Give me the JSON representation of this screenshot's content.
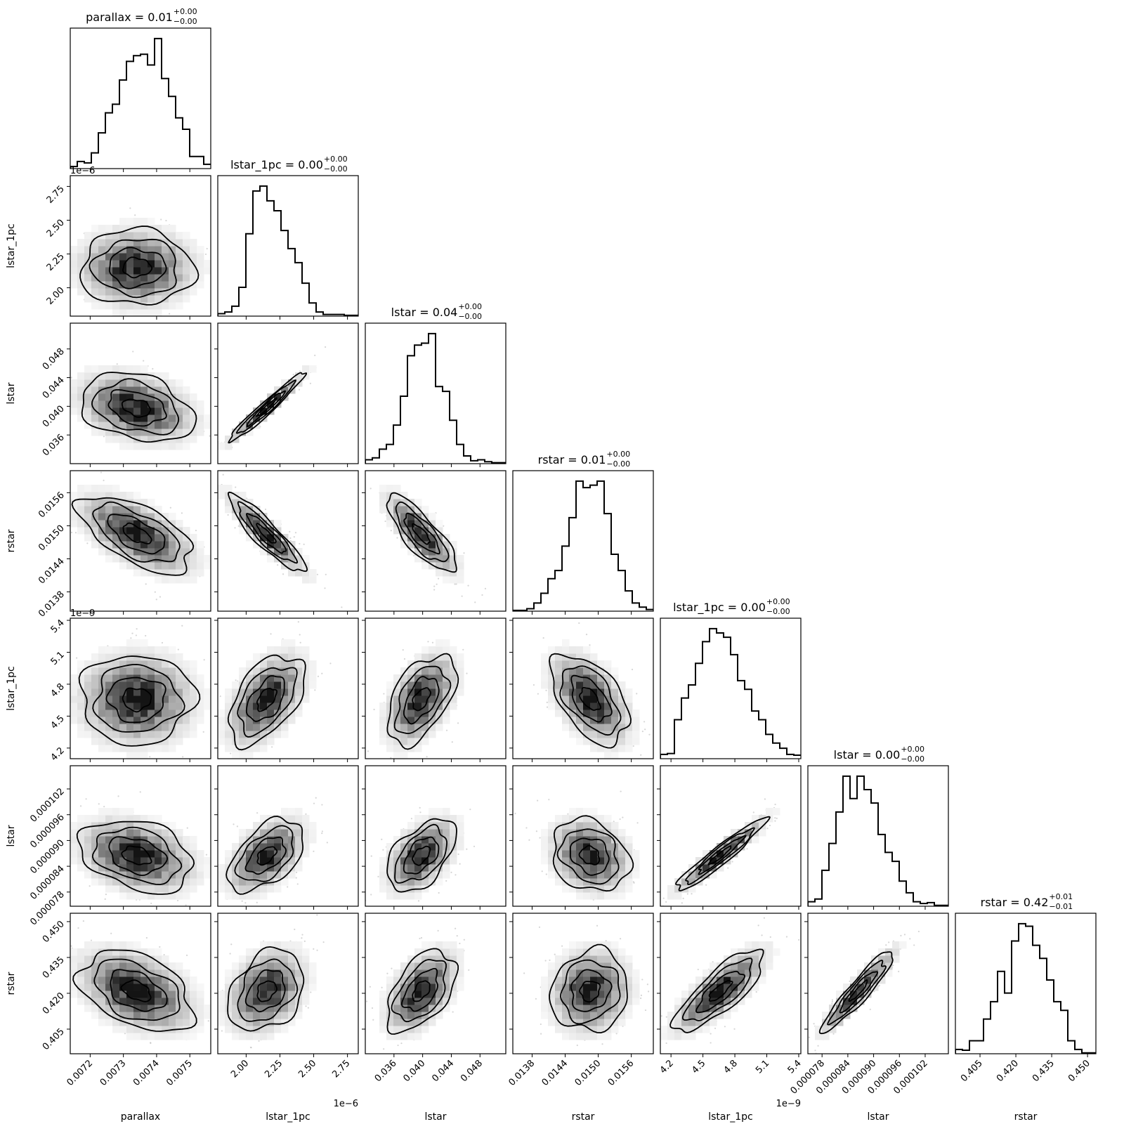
{
  "chart_data": {
    "type": "corner",
    "levels_sigma": [
      0.5,
      1.0,
      1.5,
      2.0
    ],
    "variables": [
      {
        "name": "parallax",
        "label": "parallax",
        "title_value": "0.01",
        "title_plus": "+0.00",
        "title_minus": "−0.00",
        "offset": "",
        "range": [
          0.00714,
          0.007563
        ],
        "ticks": [
          0.0072,
          0.0073,
          0.0074,
          0.0075
        ],
        "tick_labels": [
          "0.0072",
          "0.0073",
          "0.0074",
          "0.0075"
        ],
        "mean": 0.00734,
        "sd": 8.5e-05,
        "hist": [
          3,
          10,
          8,
          22,
          50,
          78,
          90,
          124,
          150,
          158,
          160,
          145,
          182,
          126,
          101,
          71,
          55,
          17,
          17,
          6
        ]
      },
      {
        "name": "lstar_1pc",
        "label": "lstar_1pc",
        "title_value": "0.00",
        "title_plus": "+0.00",
        "title_minus": "−0.00",
        "offset": "1e−6",
        "range": [
          1.79,
          2.83
        ],
        "ticks": [
          2.0,
          2.25,
          2.5,
          2.75
        ],
        "tick_labels": [
          "2.00",
          "2.25",
          "2.50",
          "2.75"
        ],
        "mean": 2.15,
        "sd": 0.14,
        "hist": [
          3,
          5,
          12,
          35,
          100,
          152,
          158,
          140,
          128,
          104,
          82,
          65,
          40,
          16,
          5,
          2,
          2,
          2,
          1,
          1
        ]
      },
      {
        "name": "lstar",
        "label": "lstar",
        "title_value": "0.04",
        "title_plus": "+0.00",
        "title_minus": "−0.00",
        "offset": "",
        "range": [
          0.032,
          0.0516
        ],
        "ticks": [
          0.036,
          0.04,
          0.044,
          0.048
        ],
        "tick_labels": [
          "0.036",
          "0.040",
          "0.044",
          "0.048"
        ],
        "mean": 0.0398,
        "sd": 0.0024,
        "hist": [
          4,
          6,
          15,
          20,
          40,
          70,
          112,
          123,
          125,
          135,
          80,
          75,
          45,
          20,
          8,
          3,
          4,
          2,
          1,
          1
        ]
      },
      {
        "name": "rstar",
        "label": "rstar",
        "title_value": "0.01",
        "title_plus": "+0.00",
        "title_minus": "−0.00",
        "offset": "",
        "range": [
          0.01345,
          0.016
        ],
        "ticks": [
          0.0138,
          0.0144,
          0.015,
          0.0156
        ],
        "tick_labels": [
          "0.0138",
          "0.0144",
          "0.0150",
          "0.0156"
        ],
        "mean": 0.01485,
        "sd": 0.00035,
        "hist": [
          1,
          1,
          3,
          10,
          22,
          40,
          50,
          80,
          115,
          160,
          152,
          155,
          160,
          120,
          70,
          50,
          25,
          10,
          5,
          2
        ]
      },
      {
        "name": "lstar_1pc",
        "label": "lstar_1pc",
        "title_value": "0.00",
        "title_plus": "+0.00",
        "title_minus": "−0.00",
        "offset": "1e−9",
        "range": [
          4.1,
          5.42
        ],
        "ticks": [
          4.2,
          4.5,
          4.8,
          5.1,
          5.4
        ],
        "tick_labels": [
          "4.2",
          "4.5",
          "4.8",
          "5.1",
          "5.4"
        ],
        "mean": 4.66,
        "sd": 0.21,
        "hist": [
          5,
          6,
          45,
          70,
          85,
          110,
          135,
          150,
          145,
          140,
          120,
          90,
          80,
          55,
          45,
          28,
          18,
          12,
          5,
          4
        ]
      },
      {
        "name": "lstar",
        "label": "lstar",
        "title_value": "0.00",
        "title_plus": "+0.00",
        "title_minus": "−0.00",
        "offset": "",
        "range": [
          7.47e-05,
          0.0001074
        ],
        "ticks": [
          7.8e-05,
          8.4e-05,
          9e-05,
          9.6e-05,
          0.000102
        ],
        "tick_labels": [
          "0.000078",
          "0.000084",
          "0.000090",
          "0.000096",
          "0.000102"
        ],
        "mean": 8.65e-05,
        "sd": 4.2e-06,
        "hist": [
          5,
          8,
          40,
          70,
          105,
          145,
          120,
          145,
          130,
          115,
          80,
          60,
          50,
          28,
          15,
          5,
          3,
          4,
          1,
          1
        ]
      },
      {
        "name": "rstar",
        "label": "rstar",
        "title_value": "0.42",
        "title_plus": "+0.01",
        "title_minus": "−0.01",
        "offset": "",
        "range": [
          0.3947,
          0.4535
        ],
        "ticks": [
          0.405,
          0.42,
          0.435,
          0.45
        ],
        "tick_labels": [
          "0.405",
          "0.420",
          "0.435",
          "0.450"
        ],
        "mean": 0.421,
        "sd": 0.0085,
        "hist": [
          5,
          4,
          15,
          15,
          40,
          60,
          95,
          70,
          130,
          150,
          147,
          125,
          110,
          85,
          60,
          50,
          15,
          5,
          1,
          1
        ]
      }
    ],
    "correlations": [
      [
        1
      ],
      [
        0.0,
        1
      ],
      [
        -0.3,
        0.97,
        1
      ],
      [
        -0.6,
        -0.9,
        -0.8,
        1
      ],
      [
        0.0,
        0.5,
        0.5,
        -0.5,
        1
      ],
      [
        -0.3,
        0.5,
        0.5,
        -0.2,
        0.95,
        1
      ],
      [
        -0.4,
        0.3,
        0.5,
        0.1,
        0.8,
        0.93,
        1
      ]
    ]
  }
}
